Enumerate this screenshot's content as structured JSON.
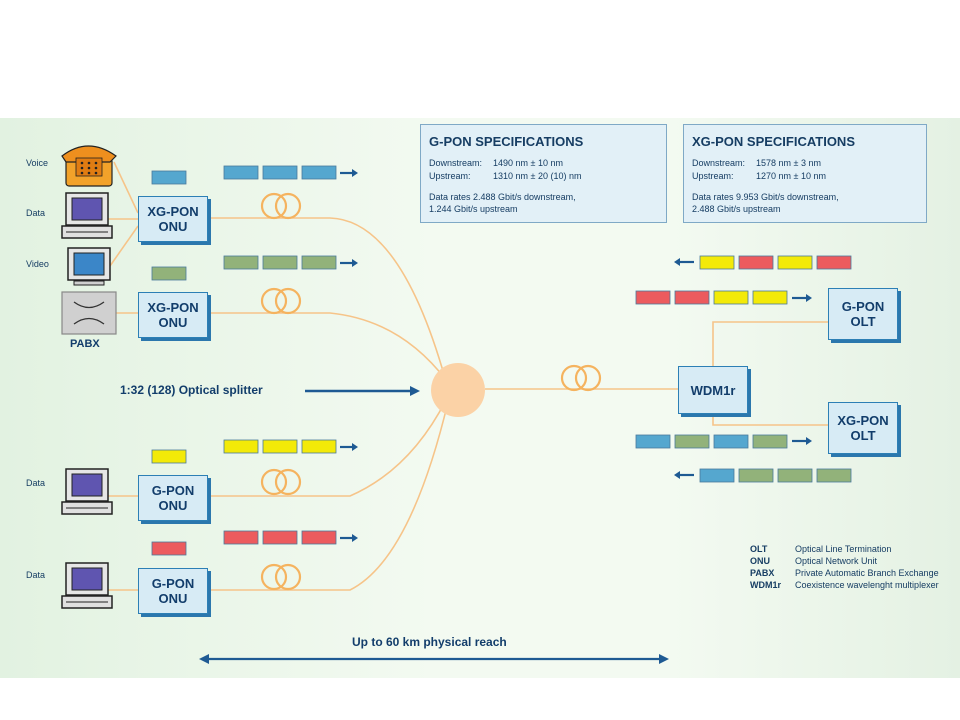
{
  "colors": {
    "blue": "#55a7cf",
    "green": "#92b27a",
    "yellow": "#f3ea08",
    "red": "#ec5b5e",
    "fiber": "#f6c489",
    "arrow": "#1e5a93"
  },
  "icons": [
    "telephone-icon",
    "computer-icon",
    "computer-icon",
    "pabx-icon",
    "computer-icon",
    "computer-icon",
    "fiber-coil-icon",
    "splitter-icon"
  ],
  "devices": [
    {
      "label": "Voice"
    },
    {
      "label": "Data"
    },
    {
      "label": "Video"
    },
    {
      "label": "PABX"
    },
    {
      "label": "Data"
    },
    {
      "label": "Data"
    }
  ],
  "onus": [
    {
      "line1": "XG-PON",
      "line2": "ONU"
    },
    {
      "line1": "XG-PON",
      "line2": "ONU"
    },
    {
      "line1": "G-PON",
      "line2": "ONU"
    },
    {
      "line1": "G-PON",
      "line2": "ONU"
    }
  ],
  "olts": [
    {
      "line1": "G-PON",
      "line2": "OLT"
    },
    {
      "line1": "XG-PON",
      "line2": "OLT"
    }
  ],
  "wdm": "WDM1r",
  "splitter_label": "1:32 (128) Optical splitter",
  "reach_label": "Up to 60 km physical reach",
  "gpon_spec": {
    "title": "G-PON SPECIFICATIONS",
    "down_label": "Downstream:",
    "down_value": "1490 nm ± 10 nm",
    "up_label": "Upstream:",
    "up_value": "1310 nm ± 20 (10) nm",
    "rate1": "Data rates 2.488 Gbit/s downstream,",
    "rate2": "1.244 Gbit/s upstream"
  },
  "xgpon_spec": {
    "title": "XG-PON SPECIFICATIONS",
    "down_label": "Downstream:",
    "down_value": "1578 nm ± 3 nm",
    "up_label": "Upstream:",
    "up_value": "1270 nm ± 10 nm",
    "rate1": "Data rates 9.953 Gbit/s downstream,",
    "rate2": "2.488 Gbit/s upstream"
  },
  "glossary": [
    {
      "abbr": "OLT",
      "text": "Optical Line Termination"
    },
    {
      "abbr": "ONU",
      "text": "Optical Network Unit"
    },
    {
      "abbr": "PABX",
      "text": "Private Automatic Branch Exchange"
    },
    {
      "abbr": "WDM1r",
      "text": "Coexistence wavelenght multiplexer"
    }
  ]
}
